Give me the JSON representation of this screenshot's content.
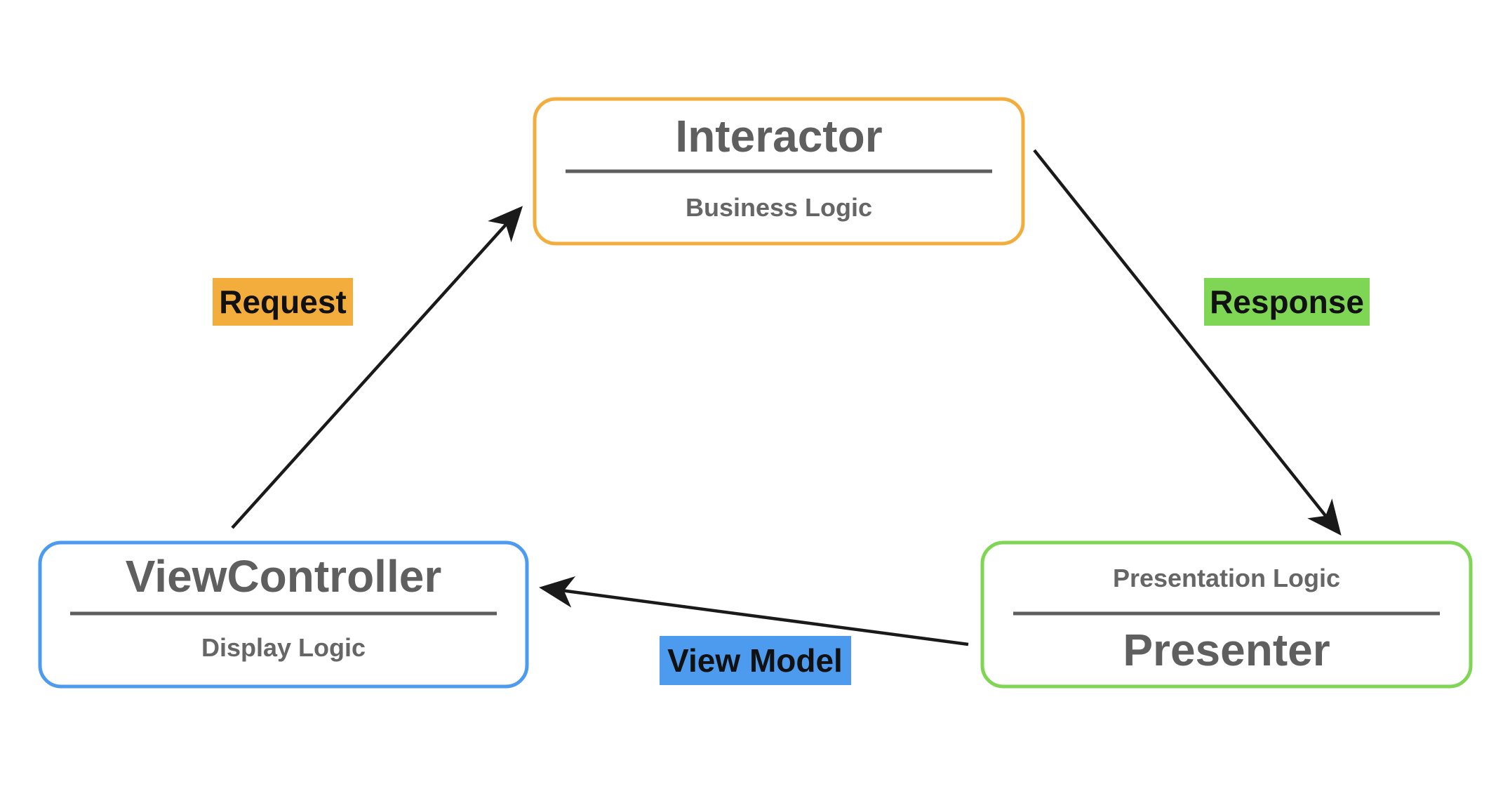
{
  "colors": {
    "interactor": "#f2ad3c",
    "view_controller": "#4c9bef",
    "presenter": "#7fd655",
    "arrow": "#1a1a1a",
    "divider": "#5e5e5e",
    "text": "#5f5f5f"
  },
  "nodes": {
    "interactor": {
      "title": "Interactor",
      "subtitle": "Business Logic"
    },
    "view_controller": {
      "title": "ViewController",
      "subtitle": "Display Logic"
    },
    "presenter": {
      "title": "Presenter",
      "subtitle": "Presentation Logic"
    }
  },
  "edges": {
    "request": {
      "label": "Request",
      "color": "#f2ad3c"
    },
    "response": {
      "label": "Response",
      "color": "#7fd655"
    },
    "view_model": {
      "label": "View Model",
      "color": "#4c9bef"
    }
  }
}
